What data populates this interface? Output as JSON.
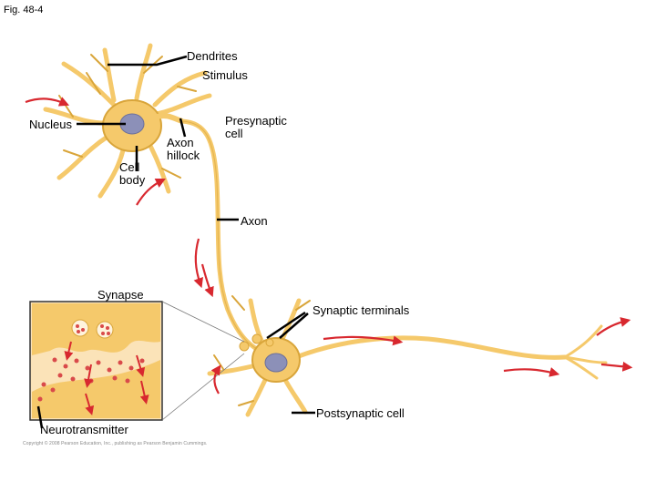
{
  "figure": {
    "label": "Fig. 48-4",
    "copyright": "Copyright © 2008 Pearson Education, Inc., publishing as Pearson Benjamin Cummings."
  },
  "labels": {
    "dendrites": "Dendrites",
    "stimulus": "Stimulus",
    "nucleus": "Nucleus",
    "presynaptic_cell": "Presynaptic\ncell",
    "axon_hillock": "Axon\nhillock",
    "cell_body": "Cell\nbody",
    "axon": "Axon",
    "synapse": "Synapse",
    "synaptic_terminals": "Synaptic terminals",
    "postsynaptic_cell": "Postsynaptic cell",
    "neurotransmitter": "Neurotransmitter"
  },
  "colors": {
    "neuron_fill": "#f5c96b",
    "neuron_stroke": "#d9a53a",
    "nucleus": "#8c90b8",
    "arrow": "#d8282f",
    "leader": "#000000",
    "inset_bg": "#fbe3b8",
    "vesicle": "#d94a4a"
  }
}
